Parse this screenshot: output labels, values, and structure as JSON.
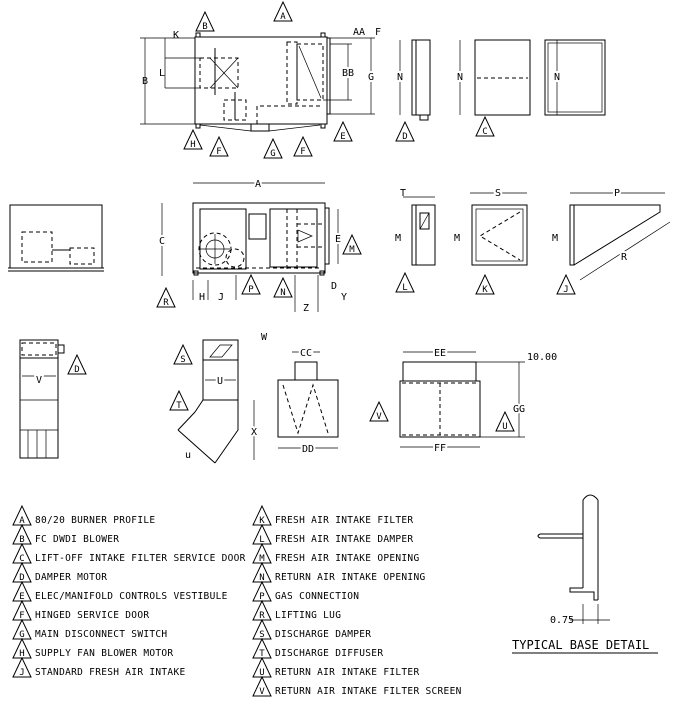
{
  "dimensions": {
    "plan": {
      "B": "B",
      "K": "K",
      "L": "L",
      "AA": "AA",
      "F": "F",
      "BB": "BB",
      "G": "G"
    },
    "end_views": {
      "N1": "N",
      "N2": "N",
      "N3": "N"
    },
    "elevation": {
      "A": "A",
      "C": "C",
      "E": "E",
      "H": "H",
      "J": "J",
      "D": "D",
      "Y": "Y",
      "Z": "Z"
    },
    "intake_views": {
      "T": "T",
      "M1": "M",
      "S": "S",
      "M2": "M",
      "P": "P",
      "M3": "M",
      "R": "R"
    },
    "damper_view": {
      "V": "V"
    },
    "discharge": {
      "W": "W",
      "U": "U",
      "X": "X",
      "u": "u",
      "CC": "CC",
      "DD": "DD"
    },
    "return_filter": {
      "EE": "EE",
      "FF": "FF",
      "GG": "GG",
      "top": "10.00"
    },
    "base_detail": {
      "value": "0.75",
      "title": "TYPICAL BASE DETAIL"
    }
  },
  "callouts": {
    "plan": [
      "B",
      "A",
      "H",
      "F",
      "G",
      "F",
      "E"
    ],
    "end_views": [
      "D",
      "C"
    ],
    "elevation": [
      "R",
      "P",
      "N",
      "M"
    ],
    "intake_views": [
      "L",
      "K",
      "J"
    ],
    "row3": [
      "D",
      "S",
      "T",
      "V",
      "U"
    ]
  },
  "legend": {
    "left": [
      {
        "key": "A",
        "label": "80/20 BURNER PROFILE"
      },
      {
        "key": "B",
        "label": "FC DWDI BLOWER"
      },
      {
        "key": "C",
        "label": "LIFT-OFF INTAKE FILTER SERVICE DOOR"
      },
      {
        "key": "D",
        "label": "DAMPER MOTOR"
      },
      {
        "key": "E",
        "label": "ELEC/MANIFOLD CONTROLS VESTIBULE"
      },
      {
        "key": "F",
        "label": "HINGED SERVICE DOOR"
      },
      {
        "key": "G",
        "label": "MAIN DISCONNECT SWITCH"
      },
      {
        "key": "H",
        "label": "SUPPLY FAN BLOWER MOTOR"
      },
      {
        "key": "J",
        "label": "STANDARD FRESH AIR INTAKE"
      }
    ],
    "right": [
      {
        "key": "K",
        "label": "FRESH AIR INTAKE FILTER"
      },
      {
        "key": "L",
        "label": "FRESH AIR INTAKE DAMPER"
      },
      {
        "key": "M",
        "label": "FRESH AIR INTAKE OPENING"
      },
      {
        "key": "N",
        "label": "RETURN AIR INTAKE OPENING"
      },
      {
        "key": "P",
        "label": "GAS CONNECTION"
      },
      {
        "key": "R",
        "label": "LIFTING LUG"
      },
      {
        "key": "S",
        "label": "DISCHARGE DAMPER"
      },
      {
        "key": "T",
        "label": "DISCHARGE DIFFUSER"
      },
      {
        "key": "U",
        "label": "RETURN AIR INTAKE FILTER"
      },
      {
        "key": "V",
        "label": "RETURN AIR INTAKE FILTER SCREEN"
      }
    ]
  }
}
